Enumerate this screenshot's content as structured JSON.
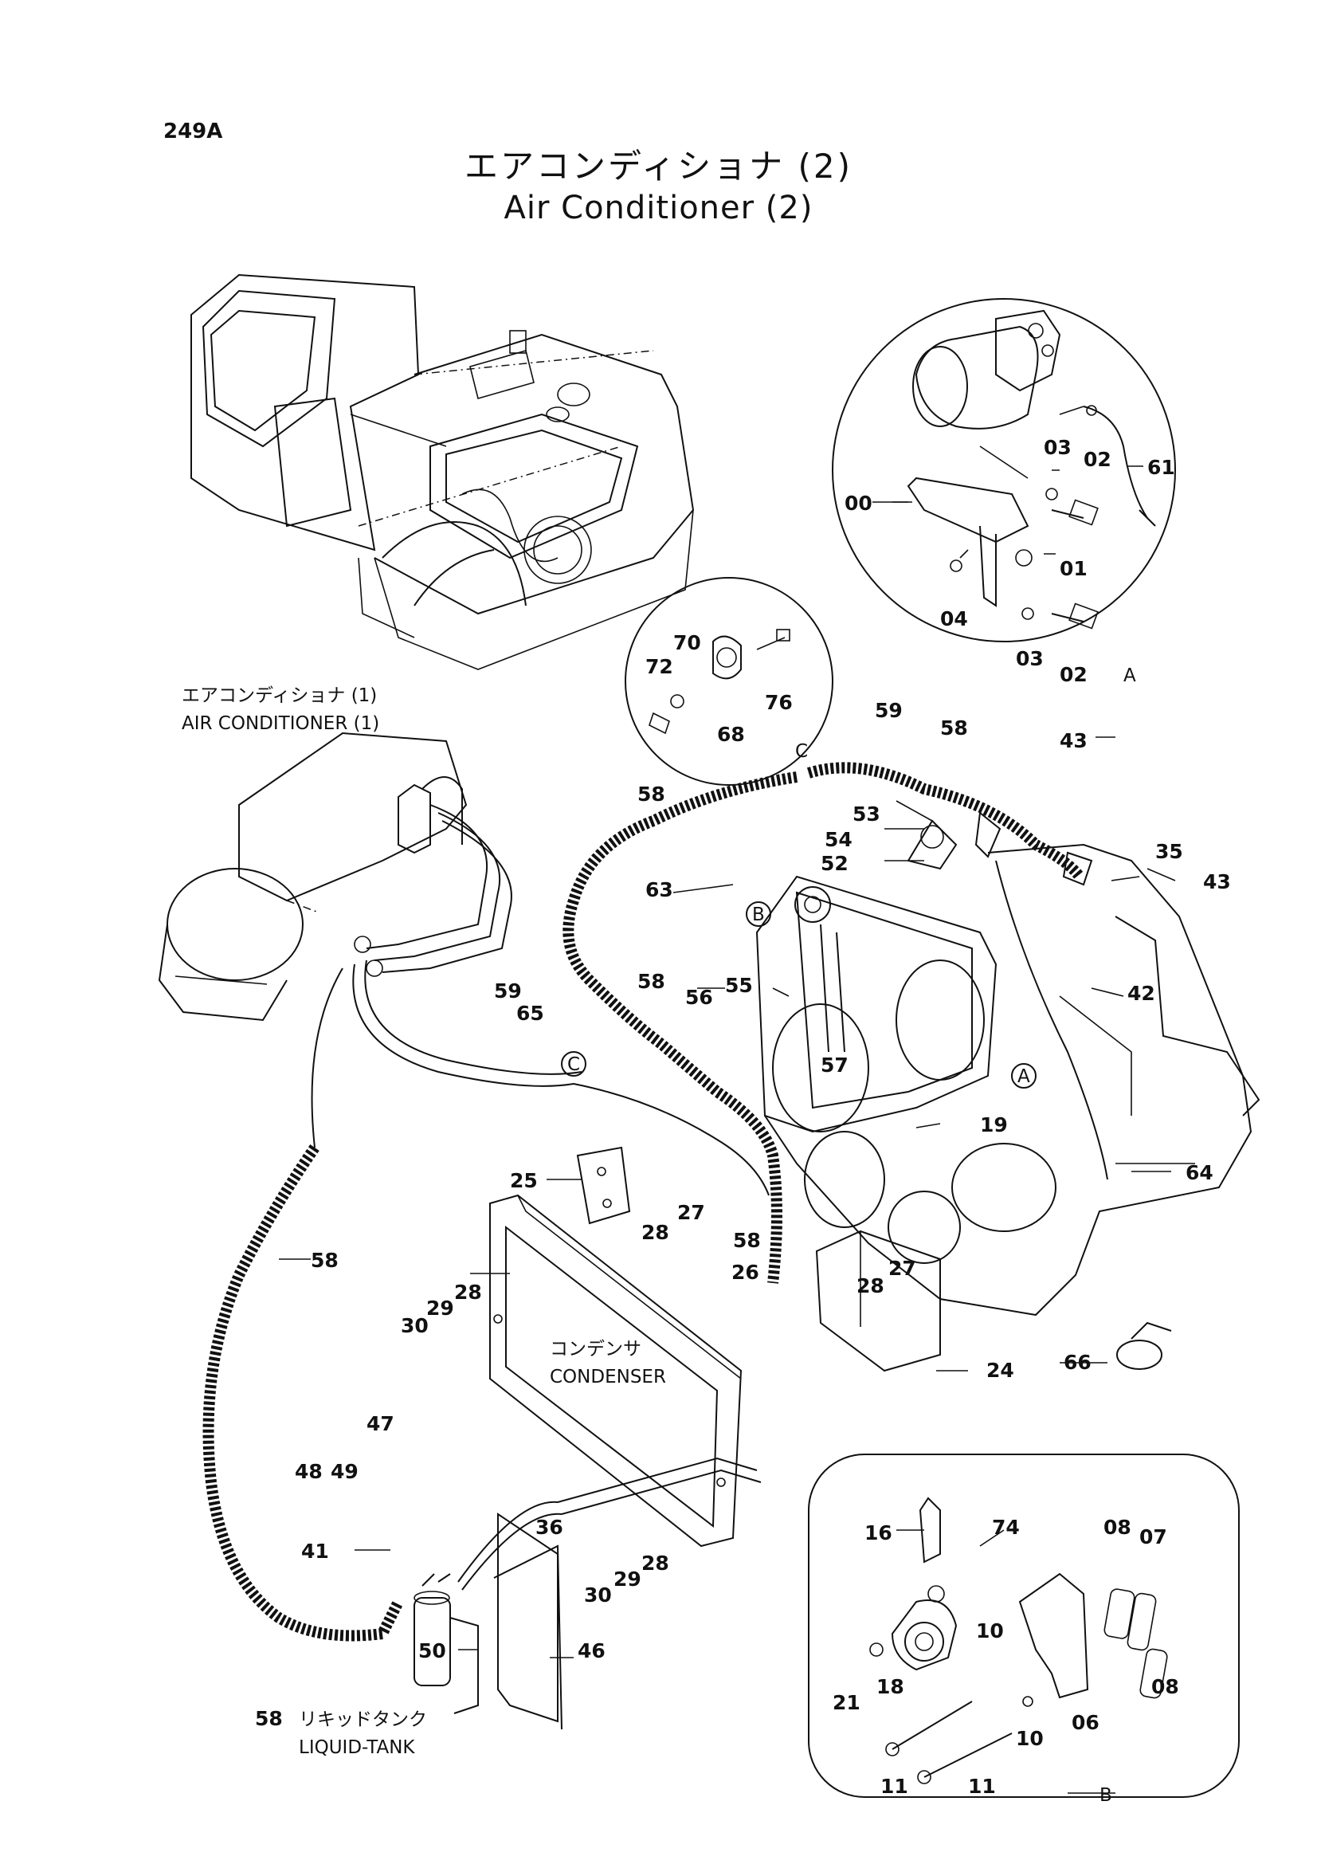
{
  "page_id": "249A",
  "title_jp": "エアコンディショナ (2)",
  "title_en": "Air Conditioner (2)",
  "labels": {
    "ac1_jp": "エアコンディショナ (1)",
    "ac1_en": "AIR CONDITIONER (1)",
    "condenser_jp": "コンデンサ",
    "condenser_en": "CONDENSER",
    "tank_jp": "リキッドタンク",
    "tank_en": "LIQUID-TANK"
  },
  "detail_circles": {
    "A": "A",
    "B": "B",
    "C": "C"
  },
  "part_numbers": {
    "p00": "00",
    "p01": "01",
    "p02a": "02",
    "p02b": "02",
    "p03a": "03",
    "p03b": "03",
    "p04": "04",
    "p61": "61",
    "p70": "70",
    "p72": "72",
    "p76": "76",
    "p68": "68",
    "p59a": "59",
    "p58a": "58",
    "p43a": "43",
    "p58b": "58",
    "p53": "53",
    "p54": "54",
    "p52": "52",
    "p35": "35",
    "p43b": "43",
    "p63": "63",
    "p59b": "59",
    "p58c": "58",
    "p56": "56",
    "p55": "55",
    "p42": "42",
    "p65": "65",
    "p57": "57",
    "p19": "19",
    "p64": "64",
    "p25": "25",
    "p27a": "27",
    "p28a": "28",
    "p58d": "58",
    "p26": "26",
    "p58e": "58",
    "p30a": "30",
    "p29a": "29",
    "p28b": "28",
    "p28c": "28",
    "p27b": "27",
    "p24": "24",
    "p66": "66",
    "p47": "47",
    "p48": "48",
    "p49": "49",
    "p41": "41",
    "p36": "36",
    "p30b": "30",
    "p29b": "29",
    "p28d": "28",
    "p50": "50",
    "p46": "46",
    "p58f": "58",
    "p16": "16",
    "p74": "74",
    "p08a": "08",
    "p07": "07",
    "p10a": "10",
    "p18": "18",
    "p21": "21",
    "p10b": "10",
    "p06": "06",
    "p08b": "08",
    "p11a": "11",
    "p11b": "11"
  }
}
